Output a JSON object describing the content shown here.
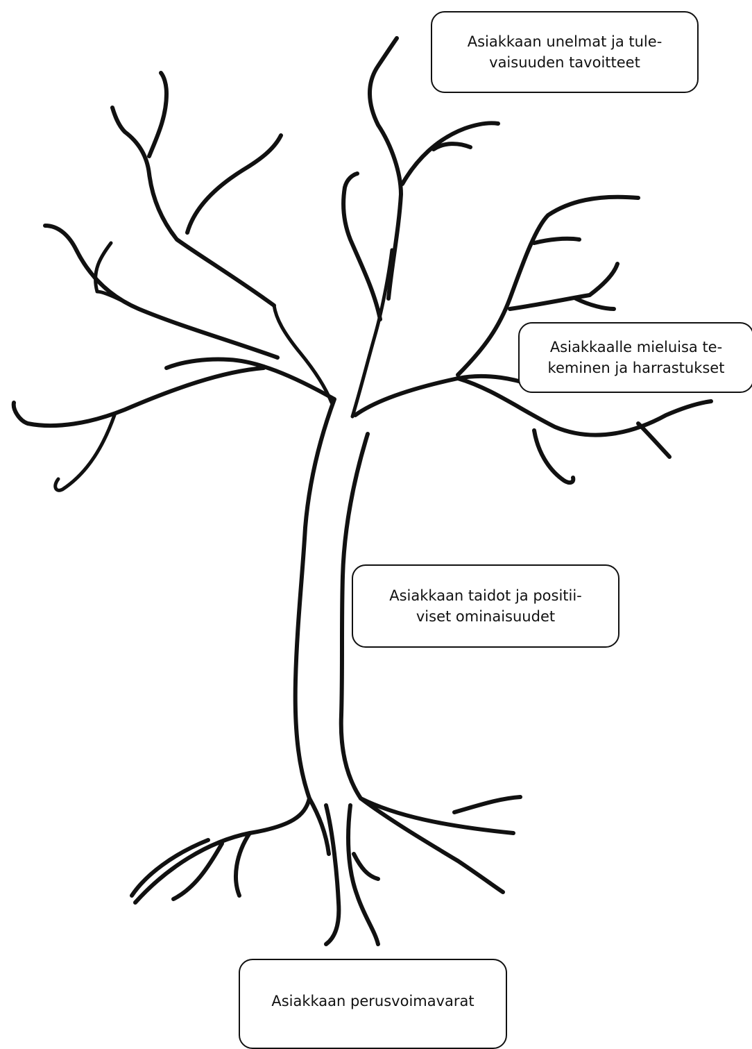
{
  "diagram": {
    "labels": {
      "dreams": [
        "Asiakkaan unelmat ja tule-",
        "vaisuuden tavoitteet"
      ],
      "hobbies": [
        "Asiakkaalle mieluisa te-",
        "keminen ja harrastukset"
      ],
      "skills": [
        "Asiakkaan taidot ja positii-",
        "viset ominaisuudet"
      ],
      "roots": [
        "Asiakkaan perusvoimavarat"
      ]
    },
    "colors": {
      "outline": "#111111",
      "background": "#ffffff"
    }
  }
}
